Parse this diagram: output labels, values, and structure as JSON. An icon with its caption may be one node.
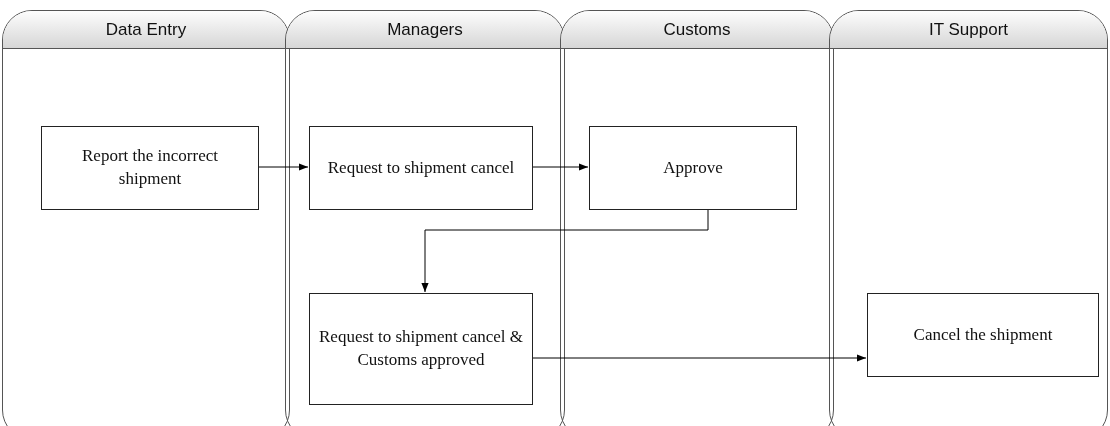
{
  "diagram": {
    "nodes": [
      {
        "text": [
          "Data Entry"
        ]
      },
      {
        "text": [
          "Managers"
        ]
      },
      {
        "text": [
          "Customs"
        ]
      },
      {
        "text": [
          "IT Support"
        ]
      },
      {
        "text": [
          "Report the incorrect shipment"
        ],
        "in": 0
      },
      {
        "text": [
          "Request to shipment cancel"
        ],
        "in": 1
      },
      {
        "text": [
          "Approve"
        ],
        "in": 2
      },
      {
        "text": [
          "Request to shipment cancel & Customs approved"
        ],
        "in": 1
      },
      {
        "text": [
          "Cancel the shipment"
        ],
        "in": 3
      }
    ],
    "edges": [
      {
        "from": 4,
        "to": 5,
        "arrow": "to"
      },
      {
        "from": 5,
        "to": 6,
        "arrow": "to"
      },
      {
        "from": 6,
        "to": 7,
        "arrow": "to"
      },
      {
        "from": 7,
        "to": 8,
        "arrow": "to"
      }
    ]
  }
}
